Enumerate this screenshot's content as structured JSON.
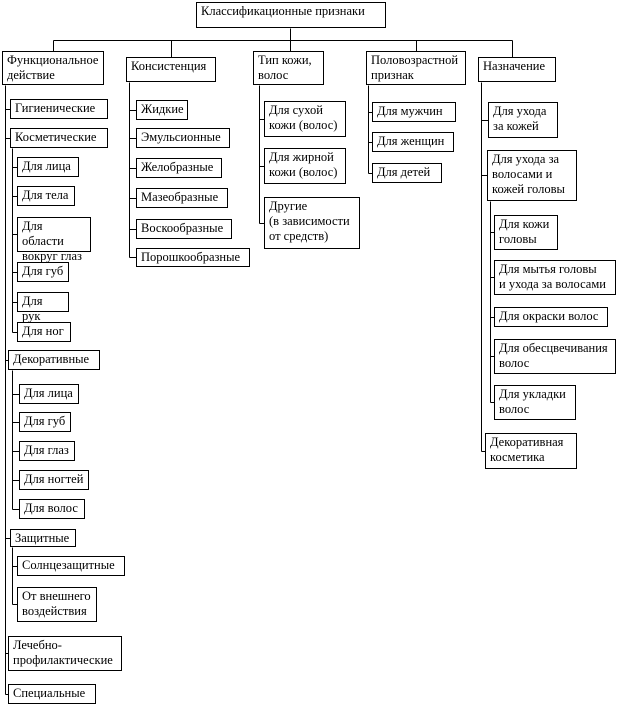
{
  "root": {
    "label": "Классификационные признаки"
  },
  "groups": [
    {
      "id": "func",
      "label": "Функциональное\nдействие",
      "items": [
        {
          "id": "hyg",
          "label": "Гигиенические"
        },
        {
          "id": "cos",
          "label": "Косметические",
          "children": [
            {
              "label": "Для лица"
            },
            {
              "label": "Для тела"
            },
            {
              "label": "Для области\nвокруг глаз"
            },
            {
              "label": "Для губ"
            },
            {
              "label": "Для рук"
            },
            {
              "label": "Для ног"
            }
          ]
        },
        {
          "id": "dec",
          "label": "Декоративные",
          "children": [
            {
              "label": "Для лица"
            },
            {
              "label": "Для губ"
            },
            {
              "label": "Для глаз"
            },
            {
              "label": "Для ногтей"
            },
            {
              "label": "Для волос"
            }
          ]
        },
        {
          "id": "prot",
          "label": "Защитные",
          "children": [
            {
              "label": "Солнцезащитные"
            },
            {
              "label": "От внешнего\nвоздействия"
            }
          ]
        },
        {
          "id": "med",
          "label": "Лечебно-\nпрофилактические"
        },
        {
          "id": "spec",
          "label": "Специальные"
        }
      ]
    },
    {
      "id": "cons",
      "label": "Консистенция",
      "items": [
        {
          "label": "Жидкие"
        },
        {
          "label": "Эмульсионные"
        },
        {
          "label": "Желобразные"
        },
        {
          "label": "Мазеобразные"
        },
        {
          "label": "Воскообразные"
        },
        {
          "label": "Порошкообразные"
        }
      ]
    },
    {
      "id": "skin",
      "label": "Тип кожи,\nволос",
      "items": [
        {
          "label": "Для сухой\nкожи (волос)"
        },
        {
          "label": "Для жирной\nкожи (волос)"
        },
        {
          "label": "Другие\n(в зависимости\nот средств)"
        }
      ]
    },
    {
      "id": "sex",
      "label": "Половозрастной\nпризнак",
      "items": [
        {
          "label": "Для мужчин"
        },
        {
          "label": "Для женщин"
        },
        {
          "label": "Для детей"
        }
      ]
    },
    {
      "id": "purp",
      "label": "Назначение",
      "items": [
        {
          "id": "skincare",
          "label": "Для ухода\nза кожей"
        },
        {
          "id": "hair",
          "label": "Для ухода за\nволосами и\nкожей головы",
          "children": [
            {
              "label": "Для кожи\nголовы"
            },
            {
              "label": "Для мытья головы\nи ухода за волосами"
            },
            {
              "label": "Для окраски волос"
            },
            {
              "label": "Для обесцвечивания\nволос"
            },
            {
              "label": "Для укладки\nволос"
            }
          ]
        },
        {
          "id": "decor",
          "label": "Декоративная\nкосметика"
        }
      ]
    }
  ]
}
